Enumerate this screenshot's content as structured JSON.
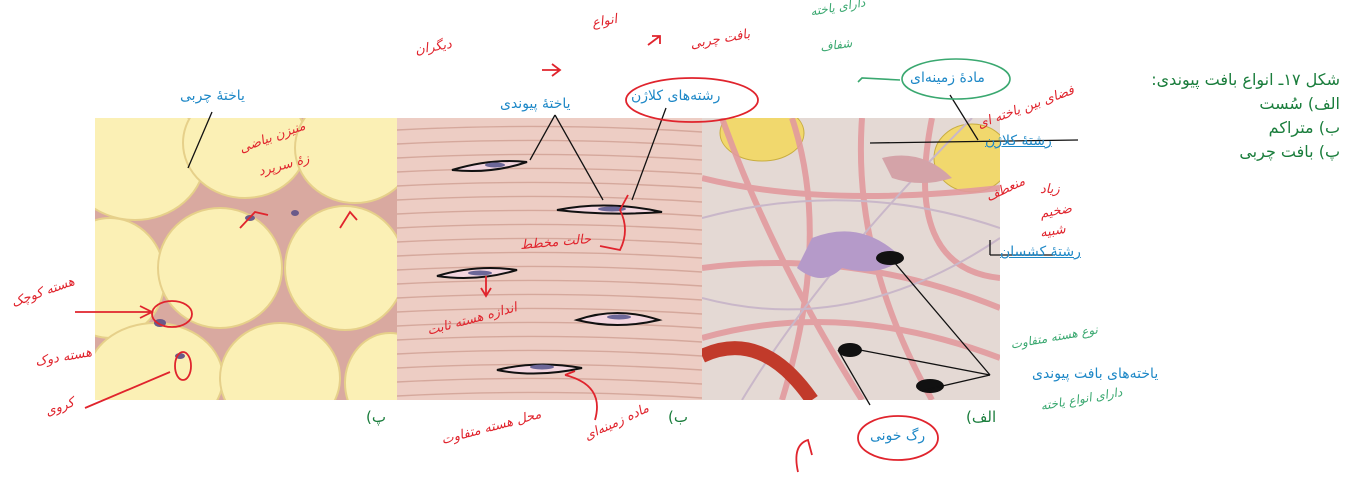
{
  "caption": {
    "title": "شکل ۱۷ـ انواع بافت پیوندی:",
    "a": "الف) سُست",
    "b": "ب) متراکم",
    "c": "پ) بافت چربی"
  },
  "labels": {
    "fat_cell": "یاختهٔ چربی",
    "connective_cell": "یاختهٔ پیوندی",
    "collagen_fibers": "رشته‌های کلاژن",
    "ground_substance": "مادهٔ زمینه‌ای",
    "collagen_fiber": "رشتهٔ کلاژن",
    "elastic_fiber": "رشتهٔ کشسان",
    "connective_cells": "یاخته‌های بافت پیوندی",
    "blood_vessel": "رگ خونی",
    "panel_c": "پ)",
    "panel_b": "ب)",
    "panel_a": "الف)"
  },
  "handwriting": {
    "red": [
      "منیزن بیاضی",
      "زهٔ سرپرد",
      "هسته کوچک",
      "هسته دوک",
      "کروی",
      "حالت مخطط",
      "اندازه هسته ثابت",
      "محل هسته متفاوت",
      "ماده زمینه‌ای",
      "انواع",
      "دیگران",
      "بافت چربی",
      "فضای بین یاخته ای",
      "زیاد",
      "منعطف",
      "ضخیم",
      "شبیه"
    ],
    "green": [
      "دارای یاخته",
      "شفاف",
      "نوع هسته متفاوت",
      "دارای انواع یاخته"
    ]
  },
  "colors": {
    "label_blue": "#1e88c7",
    "caption_green": "#1a7d3c",
    "annotation_red": "#e0242d",
    "annotation_green": "#3aa870"
  }
}
